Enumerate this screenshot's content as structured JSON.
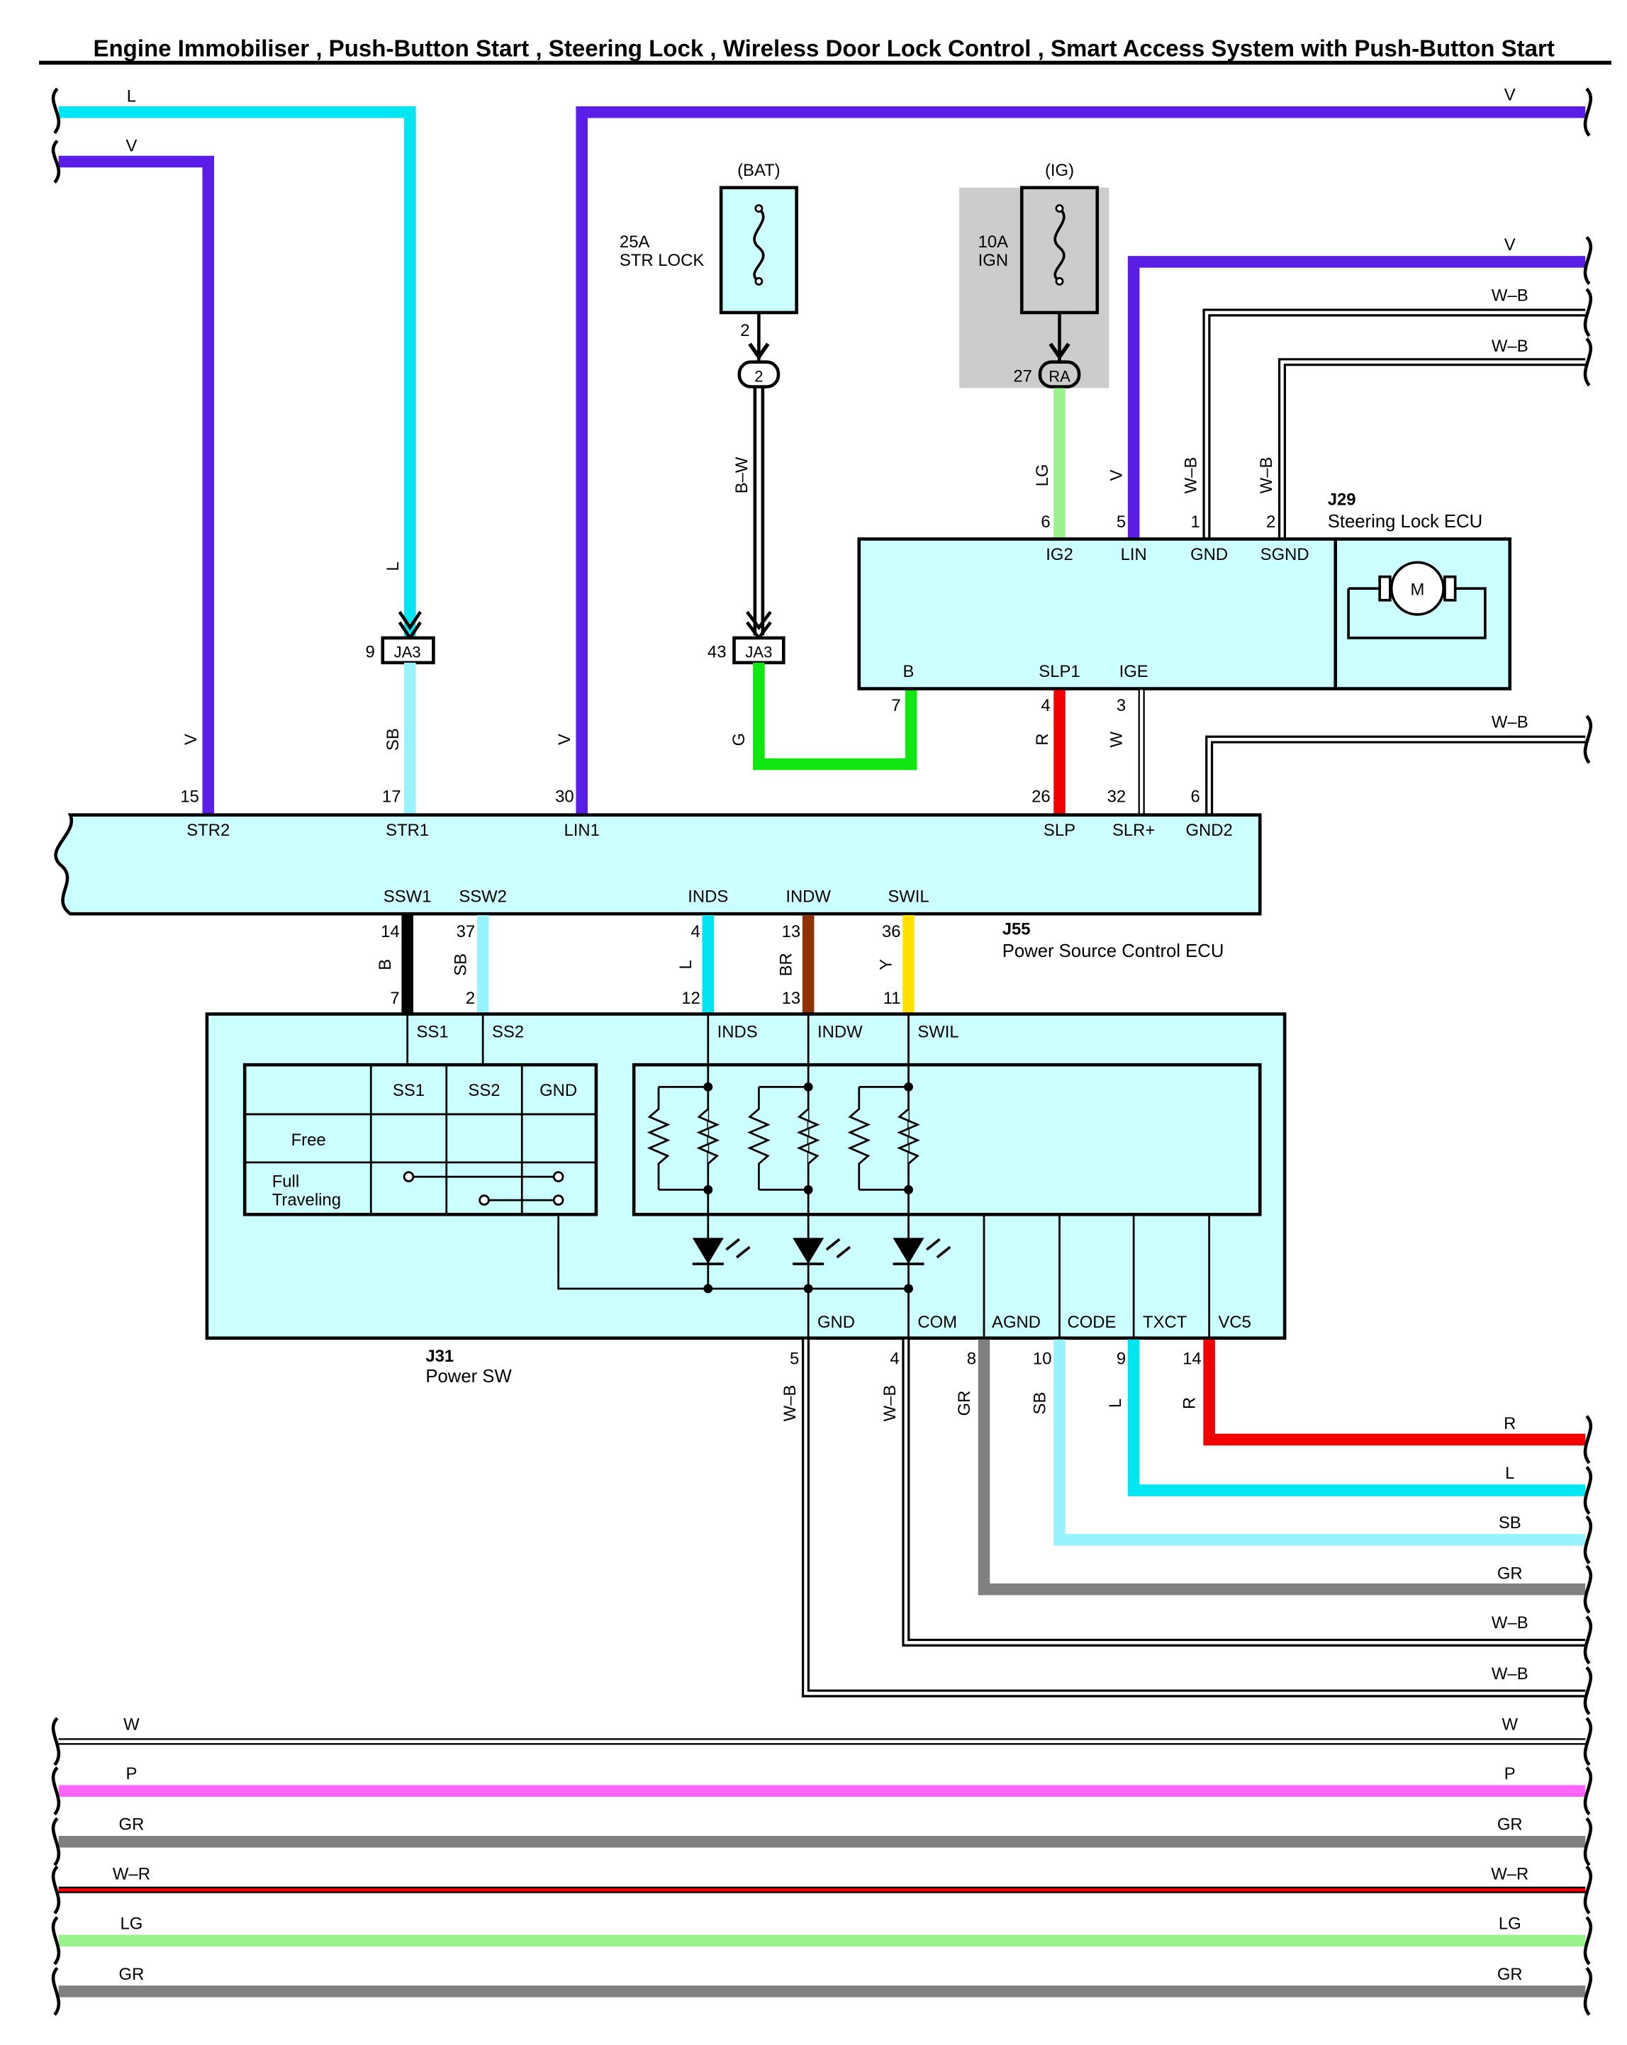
{
  "title": "Engine Immobiliser , Push-Button Start , Steering Lock , Wireless Door Lock Control , Smart Access System with Push-Button Start",
  "colors": {
    "V": "#5a1ee6",
    "L": "#00e5f2",
    "SB": "#99f2ff",
    "G": "#11e611",
    "LG": "#99f28c",
    "R": "#f20000",
    "GR": "#808080",
    "BR": "#8c3300",
    "Y": "#ffe000",
    "B": "#000000",
    "P": "#ff66ff",
    "box": "#ccffff"
  },
  "fuses": {
    "bat": {
      "label": "(BAT)",
      "rating": "25A",
      "name": "STR LOCK",
      "pin": "2",
      "connector": "2"
    },
    "ig": {
      "label": "(IG)",
      "rating": "10A",
      "name": "IGN",
      "pin": "27",
      "connector": "RA"
    }
  },
  "junctions": {
    "ja3_a": {
      "label": "JA3",
      "pin": "9"
    },
    "ja3_b": {
      "label": "JA3",
      "pin": "43"
    }
  },
  "steering_lock_ecu": {
    "id": "J29",
    "name": "Steering Lock ECU",
    "top_pins": [
      {
        "pin": "6",
        "name": "IG2",
        "wire": "LG"
      },
      {
        "pin": "5",
        "name": "LIN",
        "wire": "V"
      },
      {
        "pin": "1",
        "name": "GND",
        "wire": "W–B"
      },
      {
        "pin": "2",
        "name": "SGND",
        "wire": "W–B"
      }
    ],
    "bottom_pins": [
      {
        "pin": "7",
        "name": "B",
        "wire": "G"
      },
      {
        "pin": "4",
        "name": "SLP1",
        "wire": "R"
      },
      {
        "pin": "3",
        "name": "IGE",
        "wire": "W"
      }
    ],
    "motor": "M"
  },
  "power_source_ecu": {
    "id": "J55",
    "name": "Power Source Control ECU",
    "top_pins": [
      {
        "pin": "15",
        "name": "STR2",
        "wire": "V"
      },
      {
        "pin": "17",
        "name": "STR1",
        "wire": "SB"
      },
      {
        "pin": "30",
        "name": "LIN1",
        "wire": "V"
      },
      {
        "pin": "26",
        "name": "SLP",
        "wire": "R"
      },
      {
        "pin": "32",
        "name": "SLR+",
        "wire": "W"
      },
      {
        "pin": "6",
        "name": "GND2",
        "wire": "W–B"
      }
    ],
    "bottom_pins": [
      {
        "pin": "14",
        "name": "SSW1",
        "wire": "B",
        "to": "7"
      },
      {
        "pin": "37",
        "name": "SSW2",
        "wire": "SB",
        "to": "2"
      },
      {
        "pin": "4",
        "name": "INDS",
        "wire": "L",
        "to": "12"
      },
      {
        "pin": "13",
        "name": "INDW",
        "wire": "BR",
        "to": "13"
      },
      {
        "pin": "36",
        "name": "SWIL",
        "wire": "Y",
        "to": "11"
      }
    ]
  },
  "power_sw": {
    "id": "J31",
    "name": "Power SW",
    "top_pins": [
      "SS1",
      "SS2",
      "INDS",
      "INDW",
      "SWIL"
    ],
    "switch_table": {
      "headers": [
        "SS1",
        "SS2",
        "GND"
      ],
      "rows": [
        "Free",
        "Full\nTraveling"
      ],
      "row_free": "Free",
      "row_full_1": "Full",
      "row_full_2": "Traveling"
    },
    "bottom_pins": [
      {
        "pin": "5",
        "name": "GND",
        "wire": "W–B"
      },
      {
        "pin": "4",
        "name": "COM",
        "wire": "W–B"
      },
      {
        "pin": "8",
        "name": "AGND",
        "wire": "GR"
      },
      {
        "pin": "10",
        "name": "CODE",
        "wire": "SB"
      },
      {
        "pin": "9",
        "name": "TXCT",
        "wire": "L"
      },
      {
        "pin": "14",
        "name": "VC5",
        "wire": "R"
      }
    ]
  },
  "vertical_wire_labels": {
    "str2": "V",
    "str1_up": "L",
    "str1_down": "SB",
    "lin1": "V",
    "bw": "B–W",
    "g": "G",
    "lg": "LG",
    "lin": "V",
    "gnd": "W–B",
    "sgnd": "W–B",
    "slp": "R",
    "ige": "W",
    "ssw1": "B",
    "ssw2": "SB",
    "inds": "L",
    "indw": "BR",
    "swil": "Y",
    "gnd5": "W–B",
    "com4": "W–B",
    "agnd": "GR",
    "code": "SB",
    "txct": "L",
    "vc5": "R"
  },
  "right_edge_labels": [
    "V",
    "V",
    "W–B",
    "W–B",
    "W–B",
    "R",
    "L",
    "SB",
    "GR",
    "W–B",
    "W–B"
  ],
  "top_left_labels": [
    "L",
    "V"
  ],
  "bottom_buses": [
    {
      "left": "W",
      "right": "W"
    },
    {
      "left": "P",
      "right": "P"
    },
    {
      "left": "GR",
      "right": "GR"
    },
    {
      "left": "W–R",
      "right": "W–R"
    },
    {
      "left": "LG",
      "right": "LG"
    },
    {
      "left": "GR",
      "right": "GR"
    }
  ]
}
